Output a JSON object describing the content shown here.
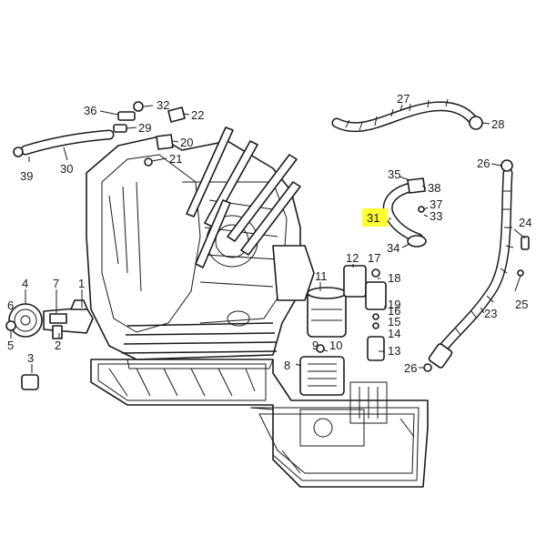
{
  "colors": {
    "ink": "#1a1a1a",
    "paper": "#ffffff",
    "highlight": "#ffff33"
  },
  "highlighted_callout": "31",
  "callouts": [
    {
      "id": "c1",
      "label": "1"
    },
    {
      "id": "c2",
      "label": "2"
    },
    {
      "id": "c3",
      "label": "3"
    },
    {
      "id": "c4",
      "label": "4"
    },
    {
      "id": "c5",
      "label": "5"
    },
    {
      "id": "c6",
      "label": "6"
    },
    {
      "id": "c7",
      "label": "7"
    },
    {
      "id": "c8",
      "label": "8"
    },
    {
      "id": "c9",
      "label": "9"
    },
    {
      "id": "c10",
      "label": "10"
    },
    {
      "id": "c11",
      "label": "11"
    },
    {
      "id": "c12",
      "label": "12"
    },
    {
      "id": "c13",
      "label": "13"
    },
    {
      "id": "c14",
      "label": "14"
    },
    {
      "id": "c15",
      "label": "15"
    },
    {
      "id": "c16",
      "label": "16"
    },
    {
      "id": "c17",
      "label": "17"
    },
    {
      "id": "c18",
      "label": "18"
    },
    {
      "id": "c19",
      "label": "19"
    },
    {
      "id": "c20",
      "label": "20"
    },
    {
      "id": "c21",
      "label": "21"
    },
    {
      "id": "c22",
      "label": "22"
    },
    {
      "id": "c23",
      "label": "23"
    },
    {
      "id": "c24",
      "label": "24"
    },
    {
      "id": "c25",
      "label": "25"
    },
    {
      "id": "c26a",
      "label": "26"
    },
    {
      "id": "c26b",
      "label": "26"
    },
    {
      "id": "c27",
      "label": "27"
    },
    {
      "id": "c28",
      "label": "28"
    },
    {
      "id": "c29",
      "label": "29"
    },
    {
      "id": "c30",
      "label": "30"
    },
    {
      "id": "c31",
      "label": "31"
    },
    {
      "id": "c32",
      "label": "32"
    },
    {
      "id": "c33",
      "label": "33"
    },
    {
      "id": "c34",
      "label": "34"
    },
    {
      "id": "c35",
      "label": "35"
    },
    {
      "id": "c36",
      "label": "36"
    },
    {
      "id": "c37",
      "label": "37"
    },
    {
      "id": "c38",
      "label": "38"
    },
    {
      "id": "c39",
      "label": "39"
    }
  ]
}
